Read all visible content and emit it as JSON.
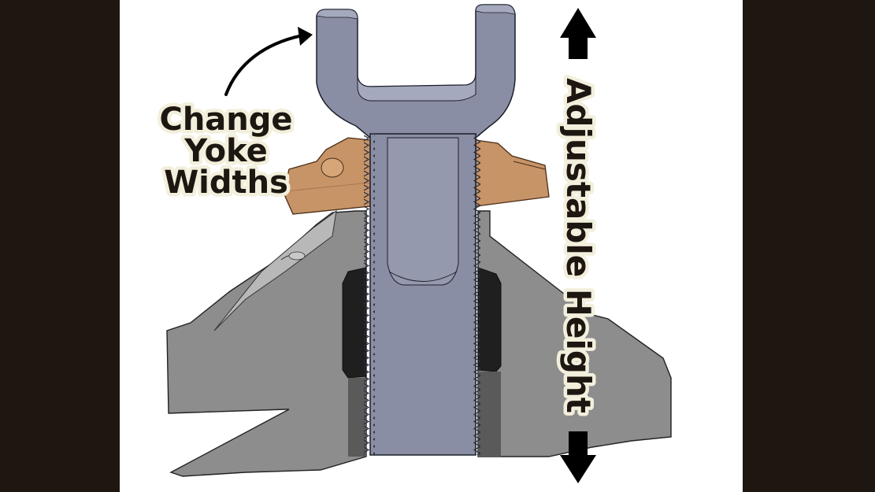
{
  "diagram": {
    "title_callout": {
      "lines": [
        "Change",
        "Yoke",
        "Widths"
      ]
    },
    "height_label": "Adjustable Height",
    "colors": {
      "background_bars": "#1e1611",
      "canvas": "#ffffff",
      "yoke_metal": "#8a8ea4",
      "yoke_shade": "#a5a9bd",
      "collar_bronze": "#c79467",
      "collar_shade": "#a97850",
      "base_gray": "#8d8d8d",
      "base_light": "#b5b5b5",
      "base_dark": "#1f1f1f",
      "label_fill": "#1e1611",
      "label_outline": "#f2efdc",
      "arrow": "#000000"
    },
    "parts": [
      {
        "name": "yoke",
        "description": "U-shaped fork top with threaded stem"
      },
      {
        "name": "collar",
        "description": "bronze threaded adjustment nut"
      },
      {
        "name": "base",
        "description": "gray cross-sectioned housing"
      }
    ]
  }
}
